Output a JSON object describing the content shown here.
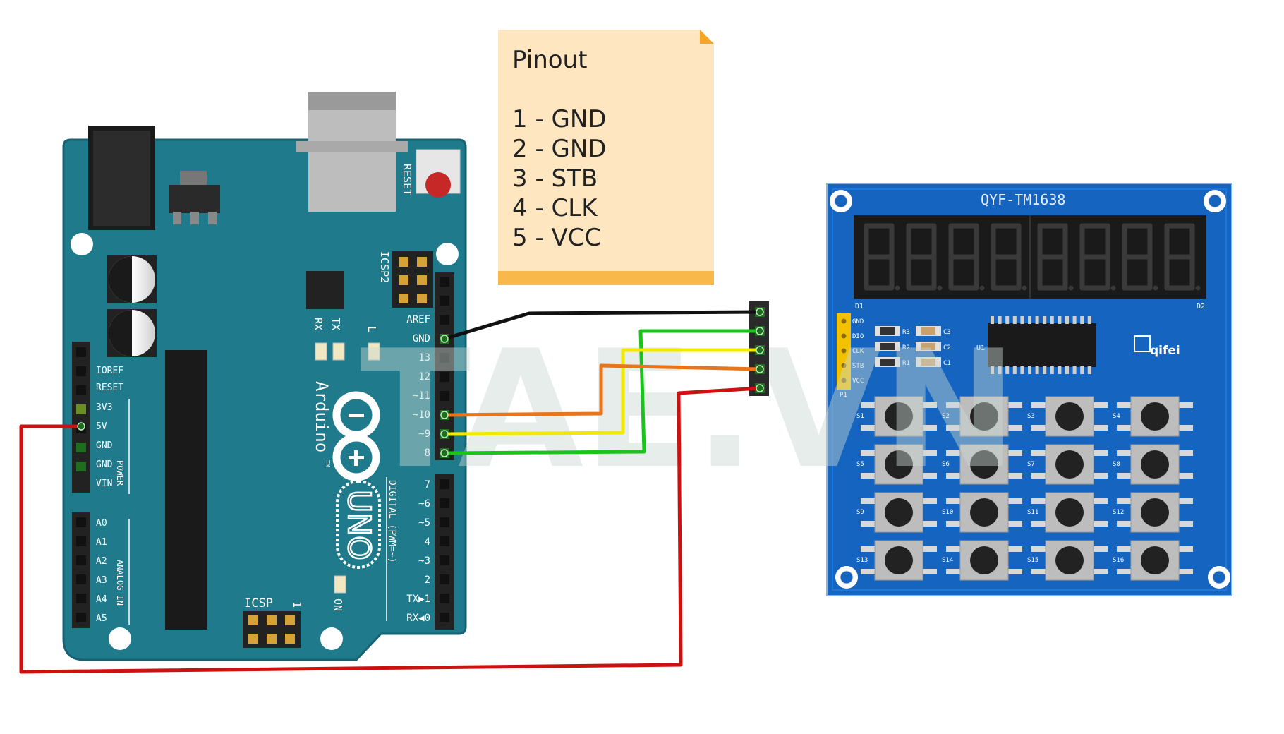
{
  "watermark": "TAE.VN",
  "note": {
    "title": "Pinout",
    "lines": [
      "1 - GND",
      "2 - GND",
      "3 - STB",
      "4 - CLK",
      "5 - VCC"
    ]
  },
  "arduino": {
    "brand": "Arduino",
    "model": "UNO",
    "tm": "TM",
    "reset": "RESET",
    "icsp2": "ICSP2",
    "icsp": "ICSP",
    "icsp_pin1": "1",
    "on": "ON",
    "tx": "TX",
    "rx": "RX",
    "l": "L",
    "power": "POWER",
    "analog_in": "ANALOG IN",
    "digital": "DIGITAL (PWM=~)",
    "power_pins": [
      "IOREF",
      "RESET",
      "3V3",
      "5V",
      "GND",
      "GND",
      "VIN"
    ],
    "analog_pins": [
      "A0",
      "A1",
      "A2",
      "A3",
      "A4",
      "A5"
    ],
    "digital_top": [
      "AREF",
      "GND",
      "13",
      "12",
      "~11",
      "~10",
      "~9",
      "8"
    ],
    "digital_bottom": [
      "7",
      "~6",
      "~5",
      "4",
      "~3",
      "2",
      "TX▶1",
      "RX◀0"
    ]
  },
  "module": {
    "title": "QYF-TM1638",
    "d1": "D1",
    "d2": "D2",
    "u1": "U1",
    "p1": "P1",
    "logo": "qifei",
    "header_pins": [
      "GND",
      "DIO",
      "CLK",
      "STB",
      "VCC"
    ],
    "caps": [
      "C3",
      "C2",
      "C1"
    ],
    "res": [
      "R3",
      "R2",
      "R1"
    ],
    "switches": [
      "S1",
      "S2",
      "S3",
      "S4",
      "S5",
      "S6",
      "S7",
      "S8",
      "S9",
      "S10",
      "S11",
      "S12",
      "S13",
      "S14",
      "S15",
      "S16"
    ],
    "digits": 8
  },
  "wire_colors": {
    "gnd": "#111111",
    "stb": "#e8741c",
    "clk": "#f2e900",
    "dio": "#1ec21e",
    "vcc": "#cc1111"
  }
}
